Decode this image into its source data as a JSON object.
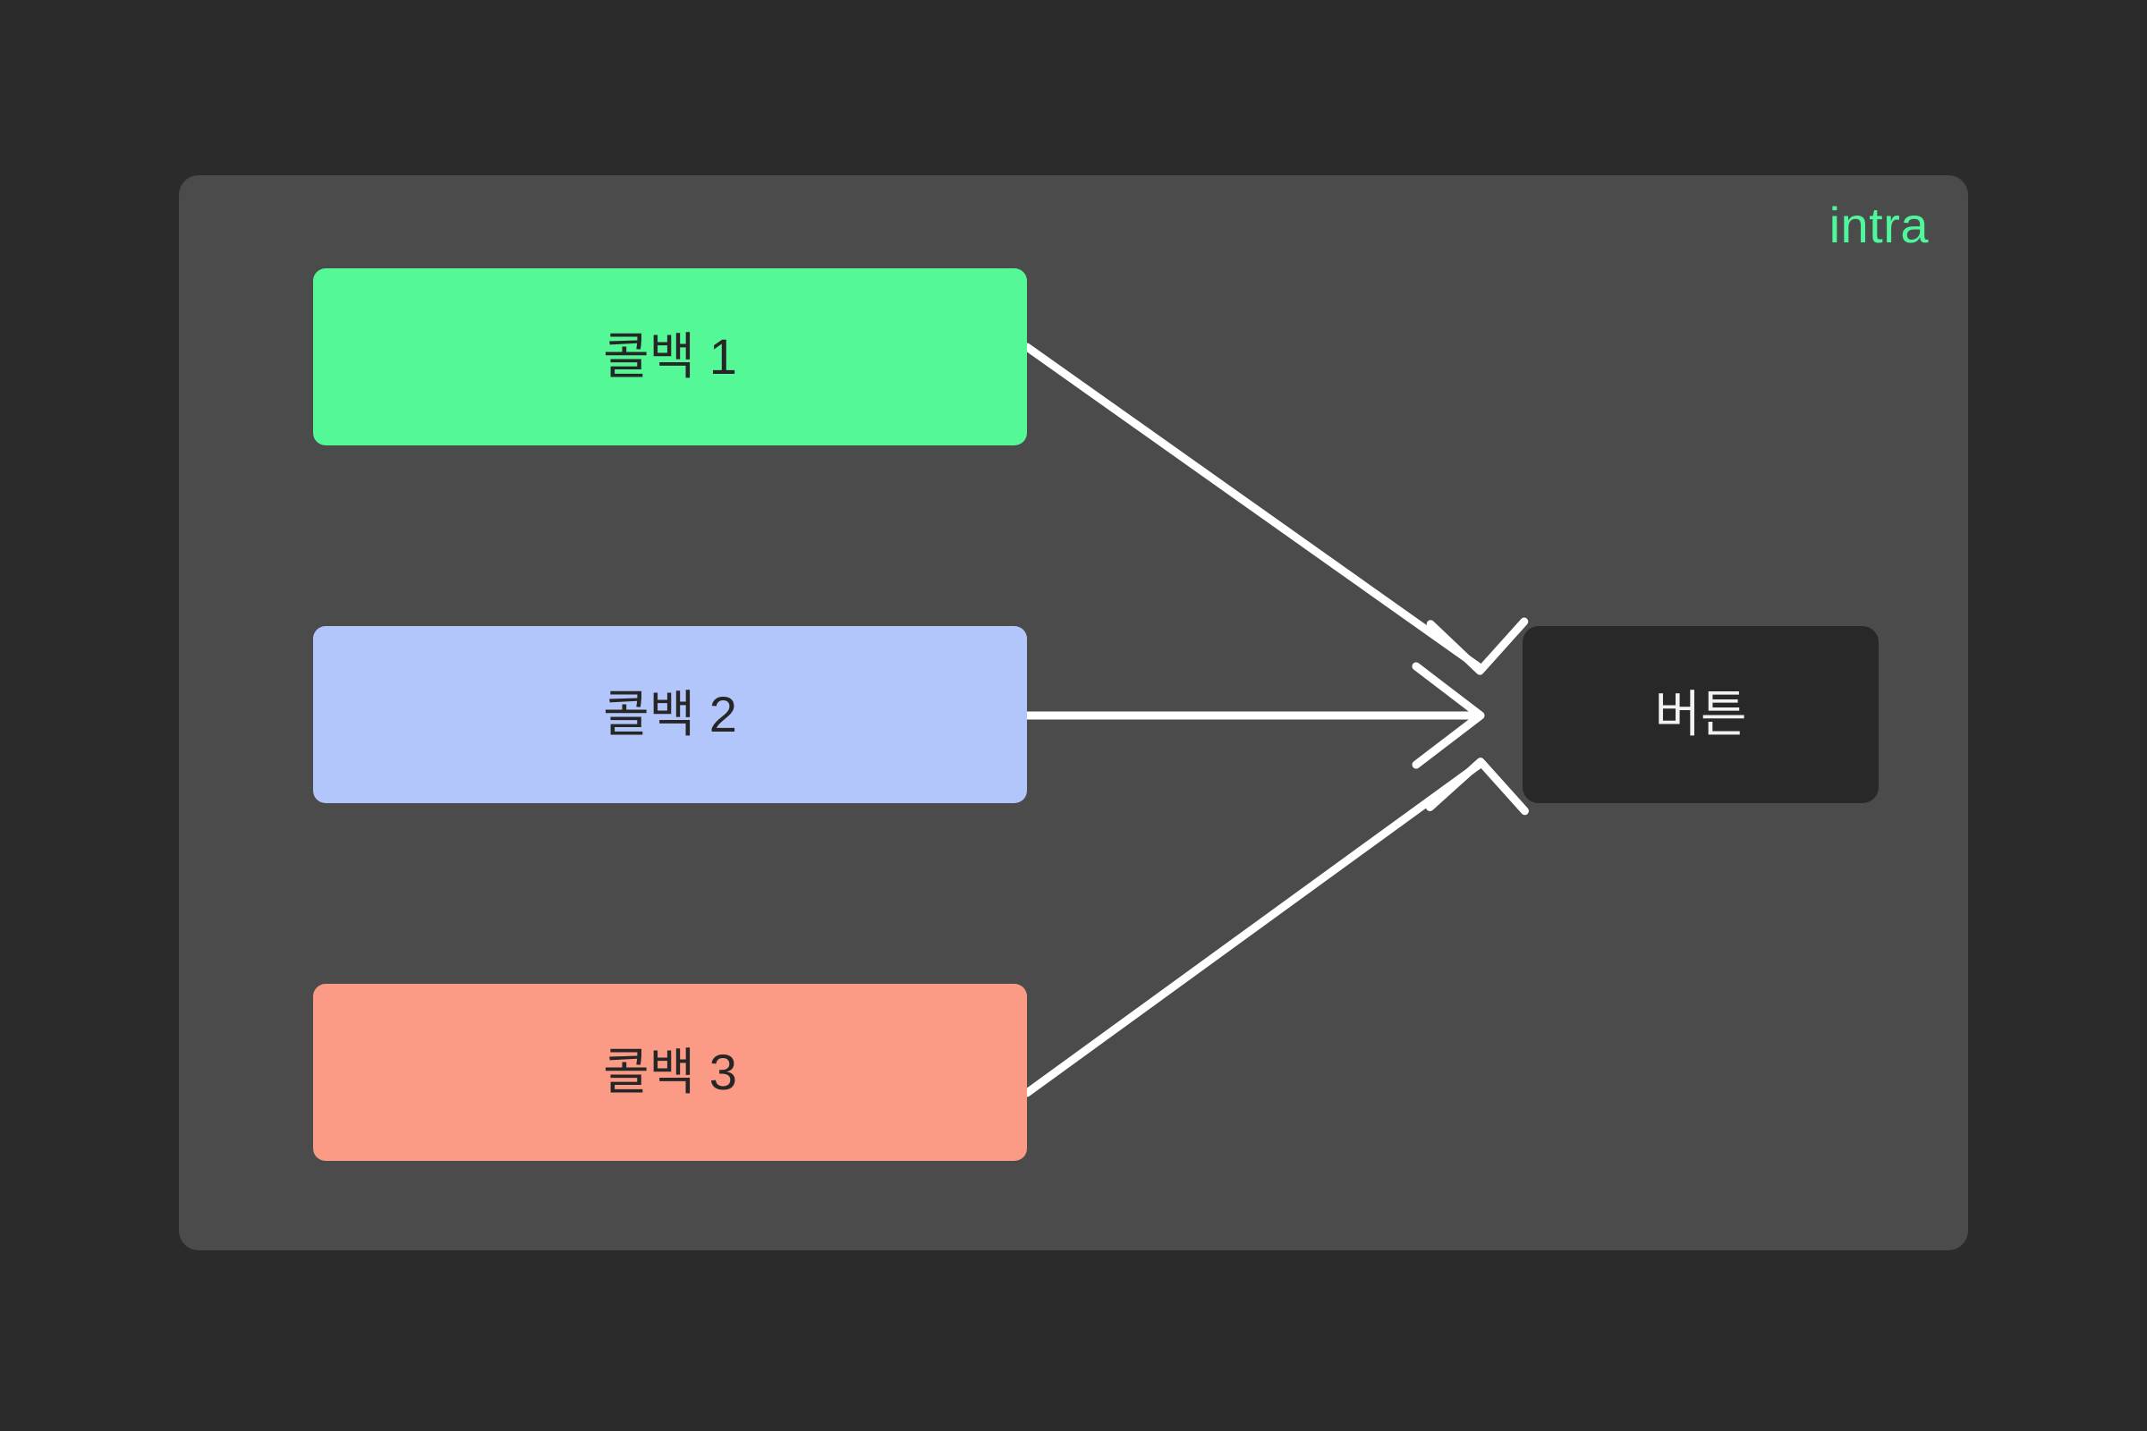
{
  "page": {
    "background_color": "#2b2b2b"
  },
  "panel": {
    "label": "intra",
    "label_color": "#4ef79b",
    "background_color": "#4b4b4b"
  },
  "nodes": [
    {
      "label": "콜백 1",
      "color": "#55f896",
      "text_color": "#262626"
    },
    {
      "label": "콜백 2",
      "color": "#b3c6fb",
      "text_color": "#262626"
    },
    {
      "label": "콜백 3",
      "color": "#fb9b85",
      "text_color": "#262626"
    }
  ],
  "target": {
    "label": "버튼",
    "color": "#282828",
    "text_color": "#f2f2f2"
  },
  "edges": [
    {
      "from": "콜백 1",
      "to": "버튼",
      "style": "arrow",
      "color": "#ffffff"
    },
    {
      "from": "콜백 2",
      "to": "버튼",
      "style": "arrow",
      "color": "#ffffff"
    },
    {
      "from": "콜백 3",
      "to": "버튼",
      "style": "arrow",
      "color": "#ffffff"
    }
  ]
}
